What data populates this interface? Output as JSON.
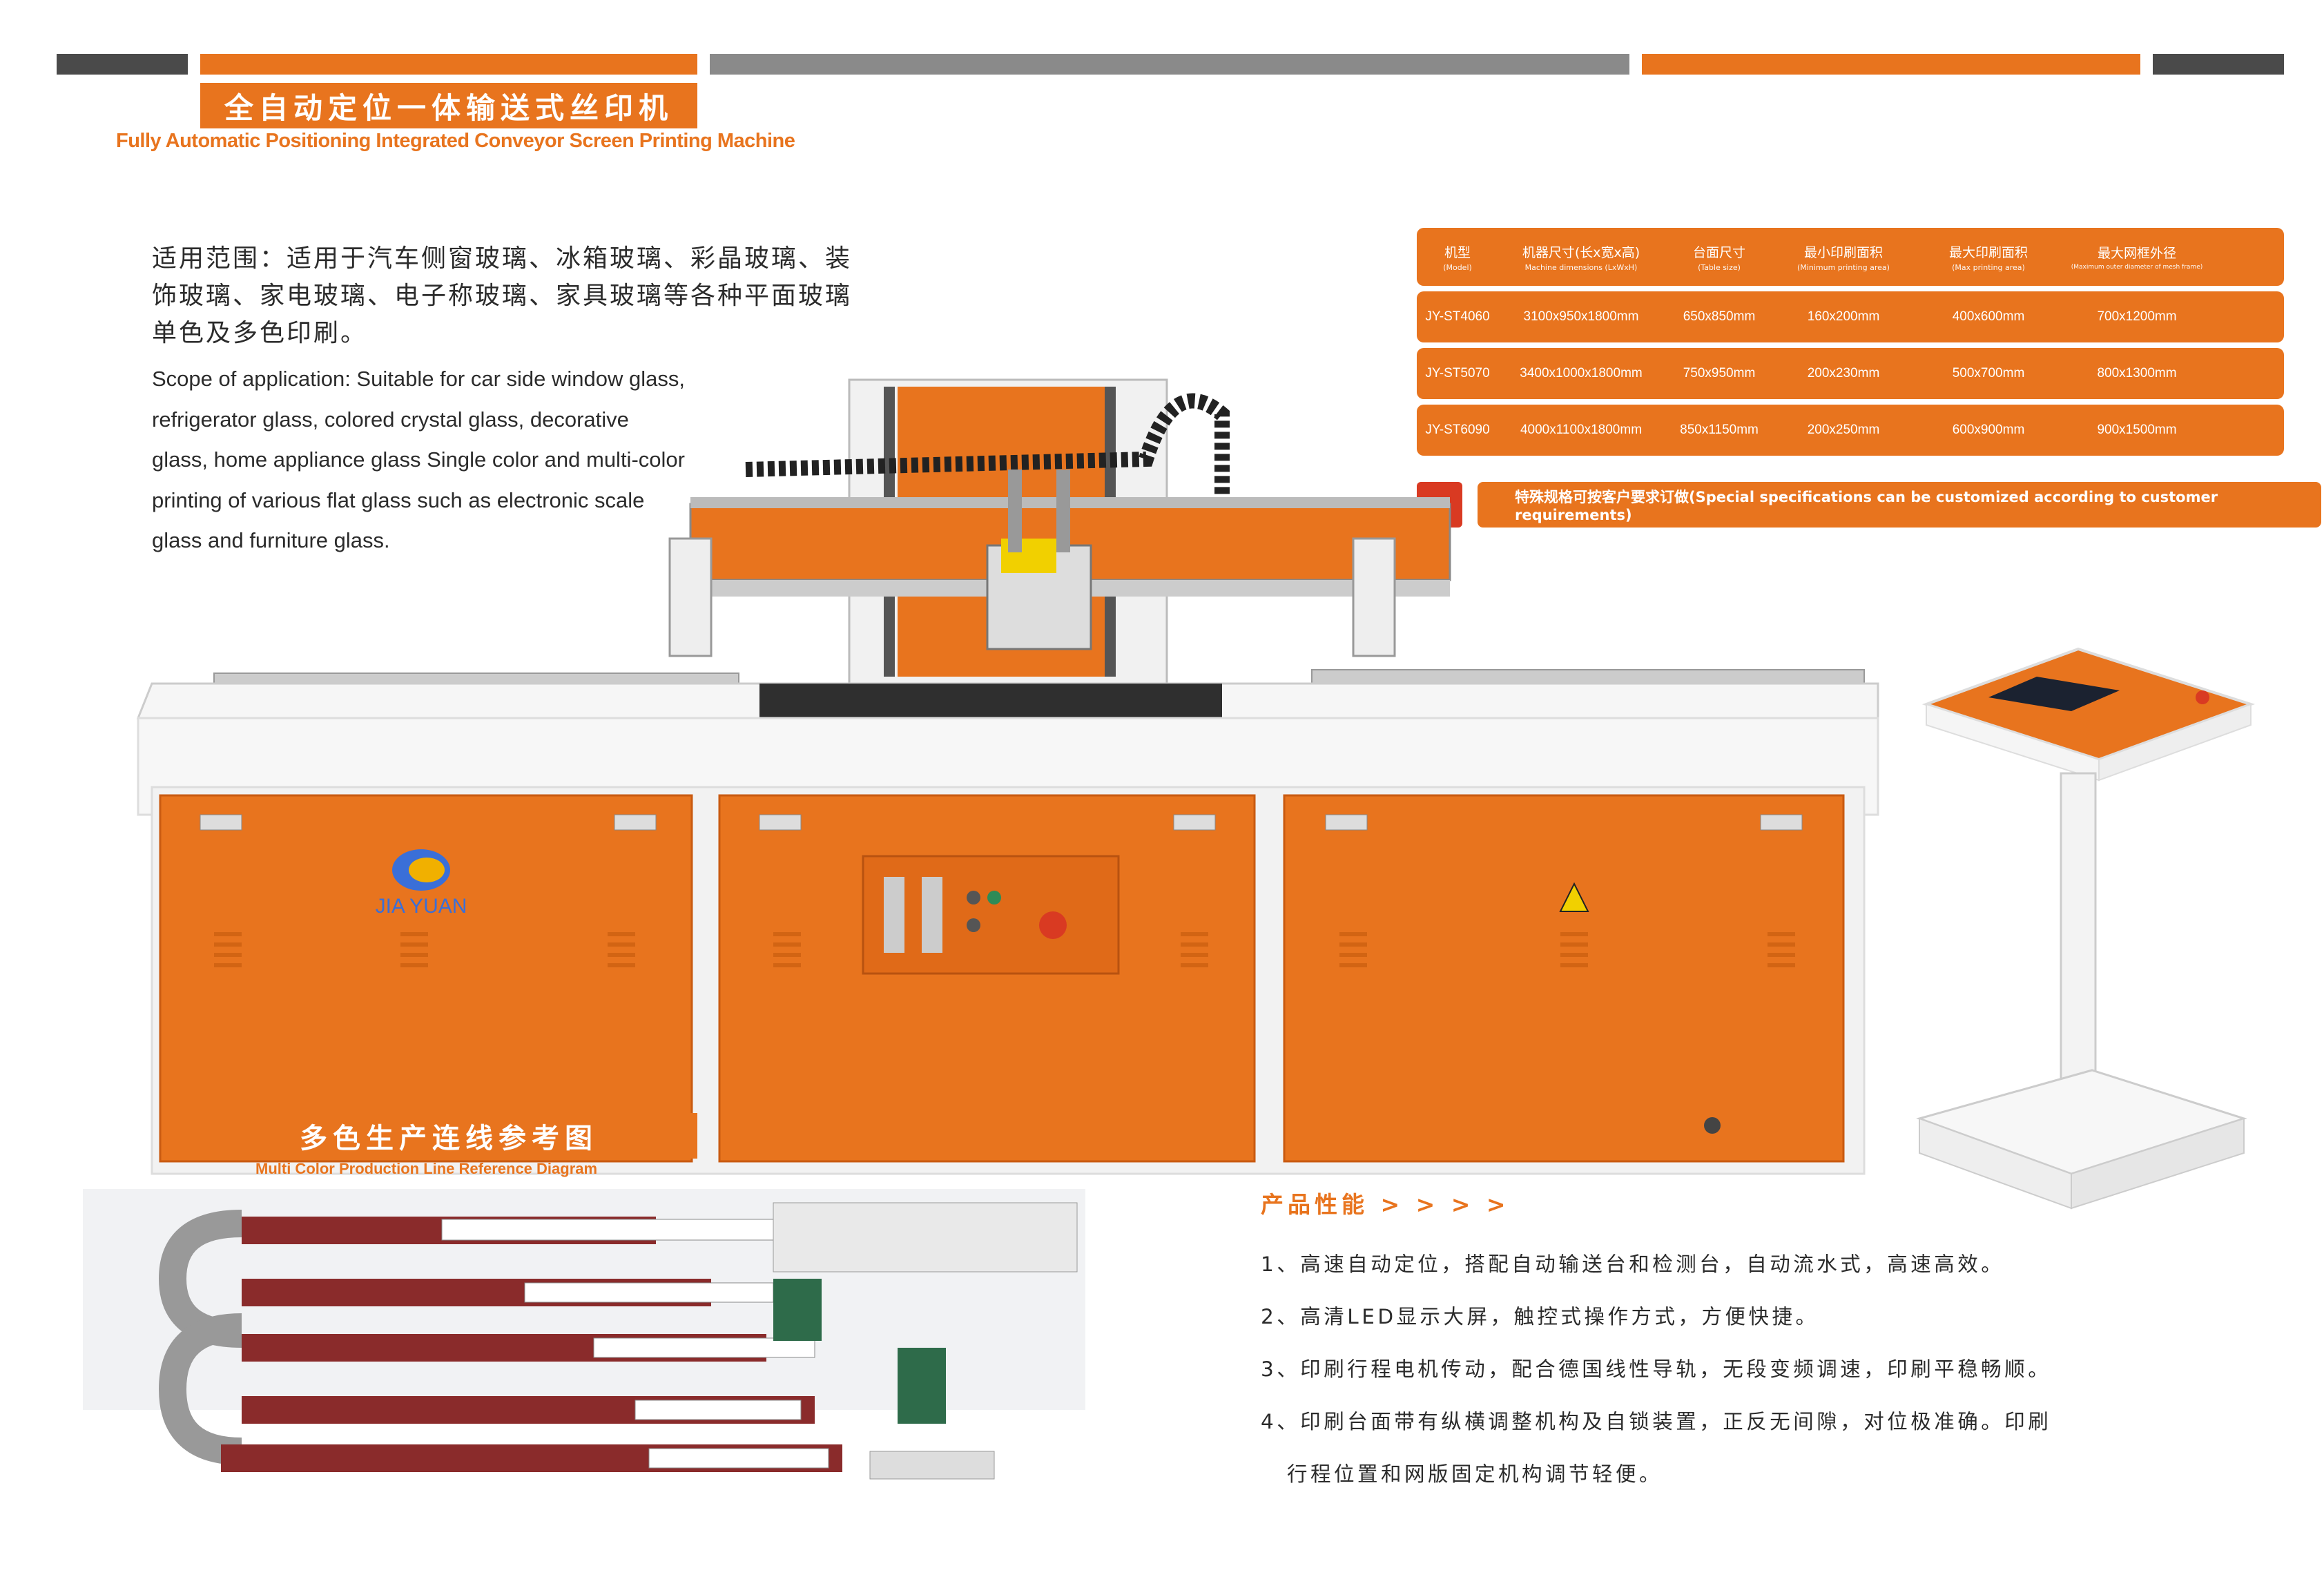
{
  "header": {
    "title_cn": "全自动定位一体输送式丝印机",
    "title_en": "Fully Automatic Positioning Integrated Conveyor Screen Printing Machine"
  },
  "scope": {
    "cn": "适用范围：适用于汽车侧窗玻璃、冰箱玻璃、彩晶玻璃、装饰玻璃、家电玻璃、电子称玻璃、家具玻璃等各种平面玻璃单色及多色印刷。",
    "en": "Scope of application: Suitable for car side window glass, refrigerator glass, colored crystal glass, decorative glass, home appliance glass Single color and multi-color printing of various flat glass such as electronic scale glass and furniture glass."
  },
  "spec_table": {
    "headers": [
      {
        "cn": "机型",
        "en": "(Model)"
      },
      {
        "cn": "机器尺寸(长x宽x高)",
        "en": "Machine dimensions (LxWxH)"
      },
      {
        "cn": "台面尺寸",
        "en": "(Table size)"
      },
      {
        "cn": "最小印刷面积",
        "en": "(Minimum printing area)"
      },
      {
        "cn": "最大印刷面积",
        "en": "(Max printing area)"
      },
      {
        "cn": "最大网框外径",
        "en": "(Maximum outer diameter of mesh frame)"
      }
    ],
    "rows": [
      [
        "JY-ST4060",
        "3100x950x1800mm",
        "650x850mm",
        "160x200mm",
        "400x600mm",
        "700x1200mm"
      ],
      [
        "JY-ST5070",
        "3400x1000x1800mm",
        "750x950mm",
        "200x230mm",
        "500x700mm",
        "800x1300mm"
      ],
      [
        "JY-ST6090",
        "4000x1100x1800mm",
        "850x1150mm",
        "200x250mm",
        "600x900mm",
        "900x1500mm"
      ]
    ],
    "note": "特殊规格可按客户要求订做(Special specifications can be customized according to customer requirements)"
  },
  "machine": {
    "brand": "JIA YUAN"
  },
  "production_line": {
    "title_cn": "多色生产连线参考图",
    "title_en": "Multi Color Production Line Reference Diagram"
  },
  "performance": {
    "title": "产品性能 > > > >",
    "items": [
      "1、高速自动定位，搭配自动输送台和检测台，自动流水式，高速高效。",
      "2、高清LED显示大屏，触控式操作方式，方便快捷。",
      "3、印刷行程电机传动，配合德国线性导轨，无段变频调速，印刷平稳畅顺。",
      "4、印刷台面带有纵横调整机构及自锁装置，正反无间隙，对位极准确。印刷",
      "行程位置和网版固定机构调节轻便。"
    ]
  },
  "colors": {
    "orange": "#E8741E",
    "dark_gray": "#4a4a4a",
    "mid_gray": "#8a8a8a",
    "red": "#D93A22"
  }
}
